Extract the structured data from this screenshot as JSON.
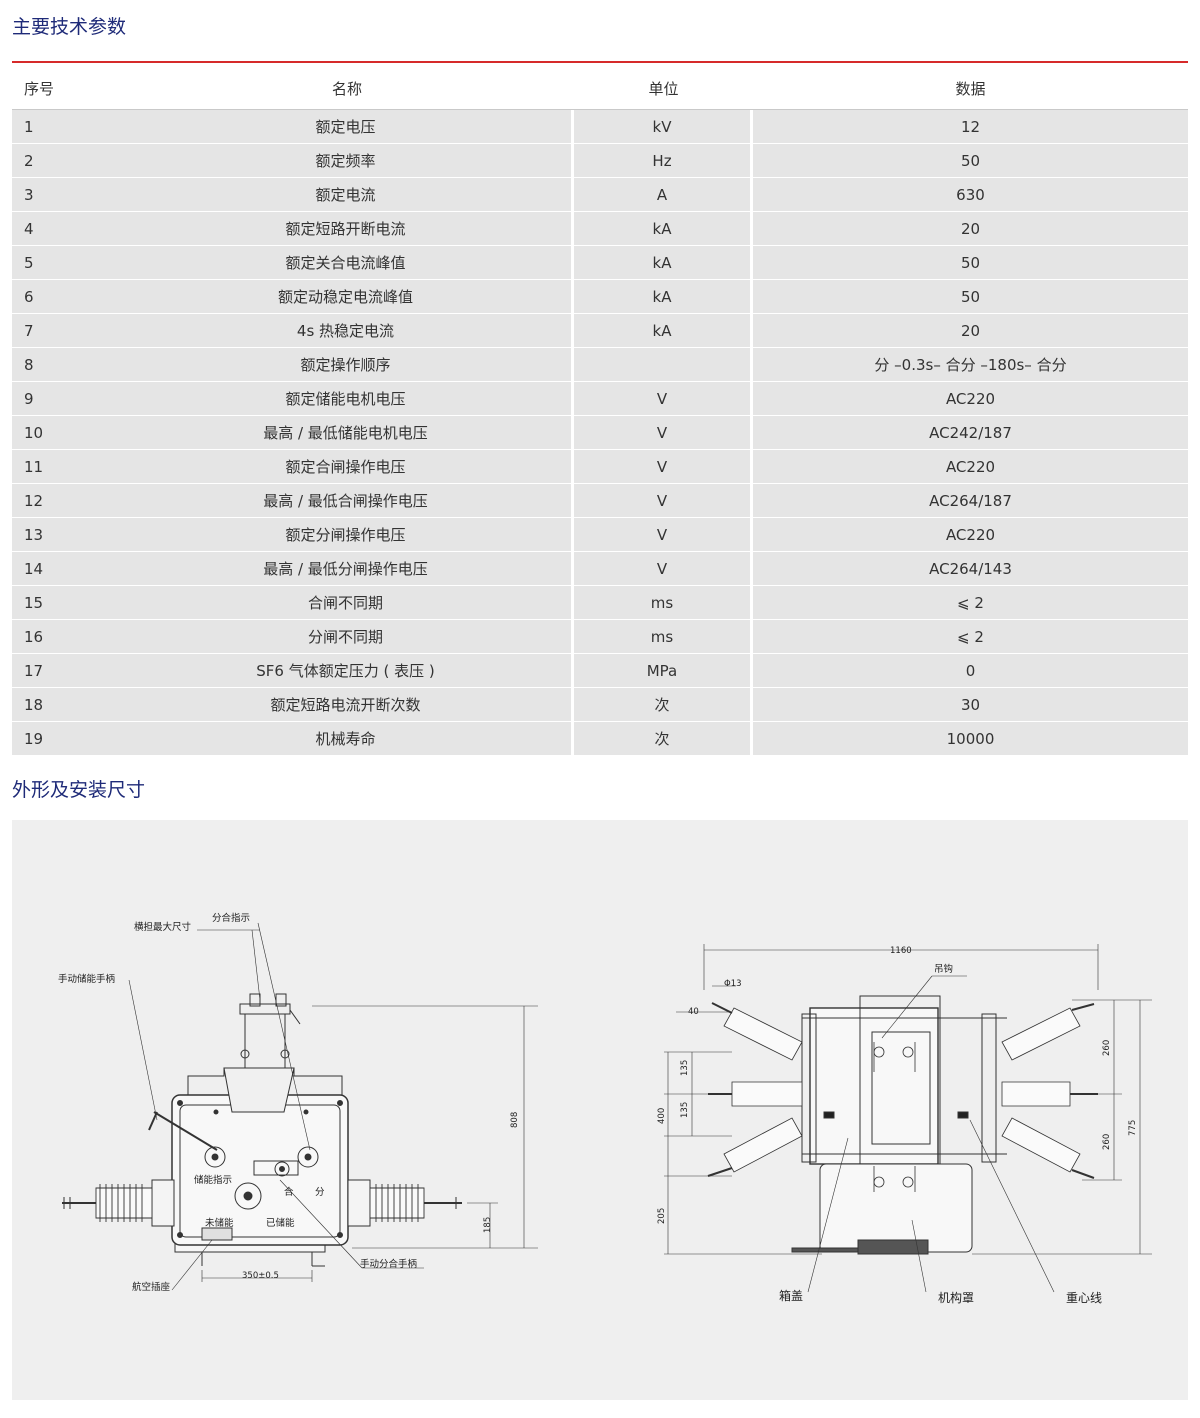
{
  "section1": {
    "title": "主要技术参数"
  },
  "table": {
    "headers": [
      "序号",
      "名称",
      "单位",
      "数据"
    ],
    "rows": [
      [
        "1",
        "额定电压",
        "kV",
        "12"
      ],
      [
        "2",
        "额定频率",
        "Hz",
        "50"
      ],
      [
        "3",
        "额定电流",
        "A",
        "630"
      ],
      [
        "4",
        "额定短路开断电流",
        "kA",
        "20"
      ],
      [
        "5",
        "额定关合电流峰值",
        "kA",
        "50"
      ],
      [
        "6",
        "额定动稳定电流峰值",
        "kA",
        "50"
      ],
      [
        "7",
        "4s 热稳定电流",
        "kA",
        "20"
      ],
      [
        "8",
        "额定操作顺序",
        "",
        "分 –0.3s– 合分 –180s– 合分"
      ],
      [
        "9",
        "额定储能电机电压",
        "V",
        "AC220"
      ],
      [
        "10",
        "最高 / 最低储能电机电压",
        "V",
        "AC242/187"
      ],
      [
        "11",
        "额定合闸操作电压",
        "V",
        "AC220"
      ],
      [
        "12",
        "最高 / 最低合闸操作电压",
        "V",
        "AC264/187"
      ],
      [
        "13",
        "额定分闸操作电压",
        "V",
        "AC220"
      ],
      [
        "14",
        "最高 / 最低分闸操作电压",
        "V",
        "AC264/143"
      ],
      [
        "15",
        "合闸不同期",
        "ms",
        "⩽ 2"
      ],
      [
        "16",
        "分闸不同期",
        "ms",
        "⩽ 2"
      ],
      [
        "17",
        "SF6 气体额定压力 ( 表压 )",
        "MPa",
        "0"
      ],
      [
        "18",
        "额定短路电流开断次数",
        "次",
        "30"
      ],
      [
        "19",
        "机械寿命",
        "次",
        "10000"
      ]
    ]
  },
  "section2": {
    "title": "外形及安装尺寸"
  },
  "drawing": {
    "front": {
      "labels": {
        "crossarm": "横担最大尺寸",
        "indicator": "分合指示",
        "manual_charge": "手动储能手柄",
        "charge_indicator": "储能指示",
        "close": "合",
        "open": "分",
        "not_charged": "未储能",
        "charged": "已储能",
        "aviation_socket": "航空插座",
        "manual_switch": "手动分合手柄"
      },
      "dims": {
        "height": "808",
        "base": "185",
        "width": "350±0.5"
      }
    },
    "side": {
      "labels": {
        "hook": "吊钩",
        "cover": "箱盖",
        "mech_cover": "机构罩",
        "gravity": "重心线"
      },
      "dims": {
        "total": "1160",
        "hole": "Φ13",
        "w40": "40",
        "d135a": "135",
        "d135b": "135",
        "d400": "400",
        "d205": "205",
        "d260a": "260",
        "d260b": "260",
        "d775": "775"
      }
    }
  },
  "colors": {
    "title": "#1e2a78",
    "rule": "#d62a2a",
    "row_bg": "#e5e5e5",
    "drawing_bg": "#efefef"
  }
}
